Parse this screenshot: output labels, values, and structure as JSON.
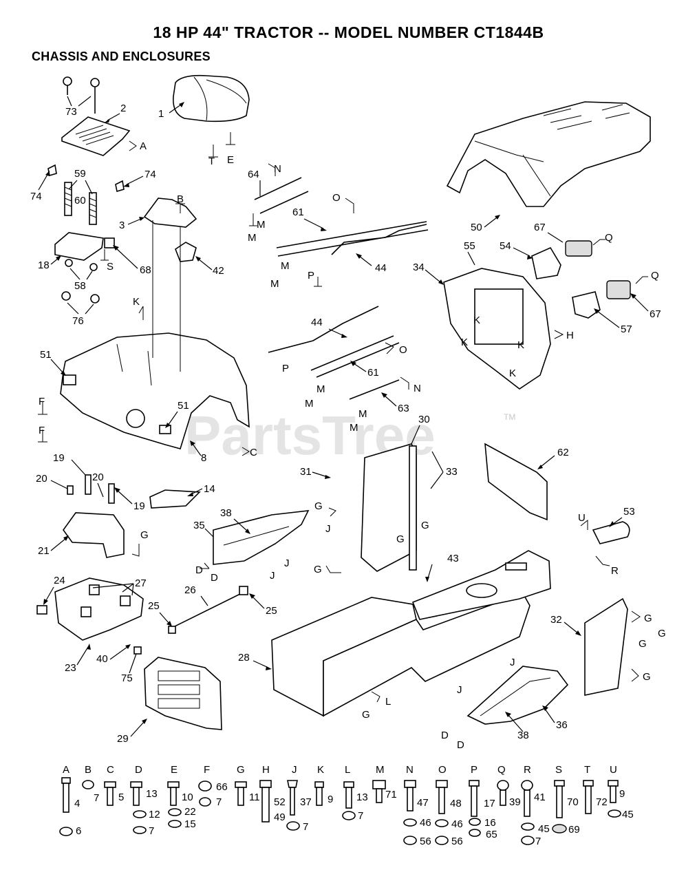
{
  "header": {
    "title": "18 HP 44\" TRACTOR -- MODEL NUMBER CT1844B",
    "section": "CHASSIS AND ENCLOSURES"
  },
  "watermark": {
    "text": "PartsTree",
    "tm": "TM"
  },
  "parts": [
    {
      "n": "1"
    },
    {
      "n": "2"
    },
    {
      "n": "3"
    },
    {
      "n": "8"
    },
    {
      "n": "14"
    },
    {
      "n": "18"
    },
    {
      "n": "19"
    },
    {
      "n": "19"
    },
    {
      "n": "20"
    },
    {
      "n": "20"
    },
    {
      "n": "21"
    },
    {
      "n": "23"
    },
    {
      "n": "24"
    },
    {
      "n": "25"
    },
    {
      "n": "25"
    },
    {
      "n": "26"
    },
    {
      "n": "27"
    },
    {
      "n": "28"
    },
    {
      "n": "29"
    },
    {
      "n": "30"
    },
    {
      "n": "31"
    },
    {
      "n": "32"
    },
    {
      "n": "33"
    },
    {
      "n": "34"
    },
    {
      "n": "35"
    },
    {
      "n": "36"
    },
    {
      "n": "38"
    },
    {
      "n": "38"
    },
    {
      "n": "40"
    },
    {
      "n": "42"
    },
    {
      "n": "43"
    },
    {
      "n": "44"
    },
    {
      "n": "44"
    },
    {
      "n": "50"
    },
    {
      "n": "51"
    },
    {
      "n": "51"
    },
    {
      "n": "53"
    },
    {
      "n": "54"
    },
    {
      "n": "55"
    },
    {
      "n": "57"
    },
    {
      "n": "58"
    },
    {
      "n": "59"
    },
    {
      "n": "60"
    },
    {
      "n": "61"
    },
    {
      "n": "61"
    },
    {
      "n": "62"
    },
    {
      "n": "63"
    },
    {
      "n": "64"
    },
    {
      "n": "67"
    },
    {
      "n": "67"
    },
    {
      "n": "68"
    },
    {
      "n": "73"
    },
    {
      "n": "74"
    },
    {
      "n": "74"
    },
    {
      "n": "75"
    },
    {
      "n": "76"
    }
  ],
  "connectors": [
    "A",
    "B",
    "C",
    "D",
    "D",
    "D",
    "D",
    "E",
    "F",
    "F",
    "G",
    "G",
    "G",
    "G",
    "G",
    "G",
    "G",
    "G",
    "G",
    "G",
    "H",
    "J",
    "J",
    "J",
    "J",
    "J",
    "K",
    "K",
    "K",
    "K",
    "K",
    "L",
    "M",
    "M",
    "M",
    "M",
    "M",
    "M",
    "M",
    "M",
    "N",
    "N",
    "O",
    "O",
    "P",
    "P",
    "Q",
    "Q",
    "R",
    "S",
    "T",
    "U"
  ],
  "hardware": {
    "headers": [
      "A",
      "B",
      "C",
      "D",
      "E",
      "F",
      "G",
      "H",
      "J",
      "K",
      "L",
      "M",
      "N",
      "O",
      "P",
      "Q",
      "R",
      "S",
      "T",
      "U"
    ],
    "labels": [
      "4",
      "6",
      "7",
      "5",
      "13",
      "12",
      "7",
      "10",
      "15",
      "22",
      "66",
      "7",
      "11",
      "52",
      "49",
      "37",
      "7",
      "9",
      "13",
      "7",
      "71",
      "47",
      "46",
      "56",
      "48",
      "46",
      "56",
      "17",
      "16",
      "65",
      "39",
      "41",
      "45",
      "7",
      "70",
      "69",
      "72",
      "9",
      "45"
    ]
  }
}
